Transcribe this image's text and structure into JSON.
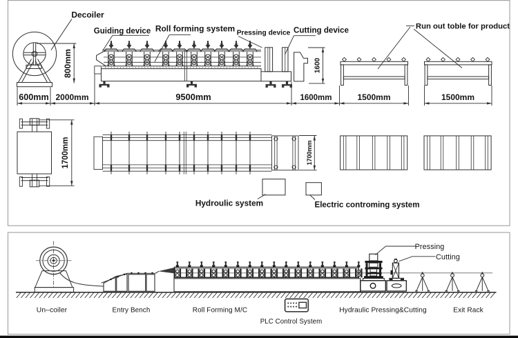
{
  "colors": {
    "ink": "#2e2e2e",
    "dark": "#161616",
    "panel_border": "#a6a6a6",
    "bottom_bar": "#0d0d0d",
    "background": "#ffffff"
  },
  "top_panel": {
    "callouts": {
      "decoiler": "Decoiler",
      "guiding": "Guiding device",
      "roll_forming": "Roll forming system",
      "pressing": "Pressing device",
      "cutting": "Cutting device",
      "runout": "Run out toble for product",
      "hydraulic": "Hydroulic system",
      "electric": "Electric controming system"
    },
    "dimensions": {
      "decoiler_height": "800mm",
      "decoiler_width": "600mm",
      "gap_to_machine": "2000mm",
      "machine_length": "9500mm",
      "cutting_length": "1600mm",
      "machine_height": "1600",
      "table1_length": "1500mm",
      "table2_length": "1500mm",
      "decoiler_plan_width": "1700mm",
      "machine_plan_width": "1700mm"
    }
  },
  "bottom_panel": {
    "labels": {
      "uncoiler": "Un–coiler",
      "entry_bench": "Entry Bench",
      "roll_forming": "Roll Forming M/C",
      "plc": "PLC Control System",
      "hydraulic_cutting": "Hydraulic Pressing&Cutting",
      "exit_rack": "Exit Rack",
      "pressing": "Pressing",
      "cutting": "Cutting"
    }
  }
}
